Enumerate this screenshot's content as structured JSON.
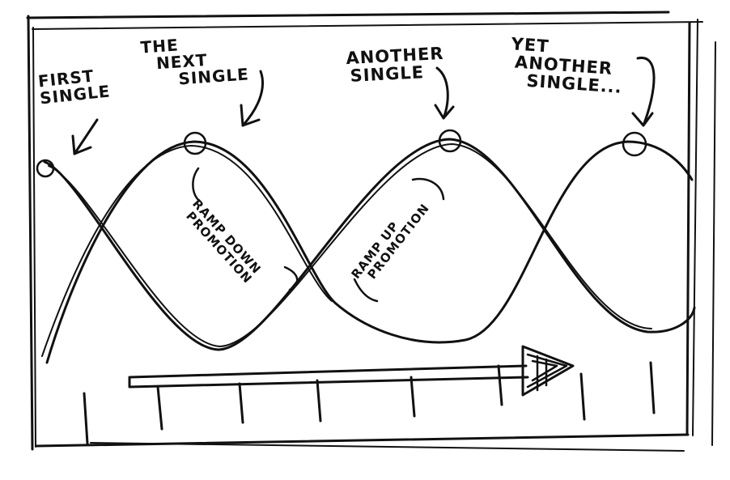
{
  "labels": {
    "first_single": [
      "FIRST",
      "SINGLE"
    ],
    "next_single": [
      "THE",
      "NEXT",
      "SINGLE"
    ],
    "another_single": [
      "ANOTHER",
      "SINGLE"
    ],
    "yet_another_single": [
      "YET",
      "ANOTHER",
      "SINGLE..."
    ],
    "ramp_down": [
      "RAMP DOWN",
      "PROMOTION"
    ],
    "ramp_up": [
      "RAMP UP",
      "PROMOTION"
    ]
  },
  "colors": {
    "ink": "#111111",
    "paper": "#ffffff"
  }
}
